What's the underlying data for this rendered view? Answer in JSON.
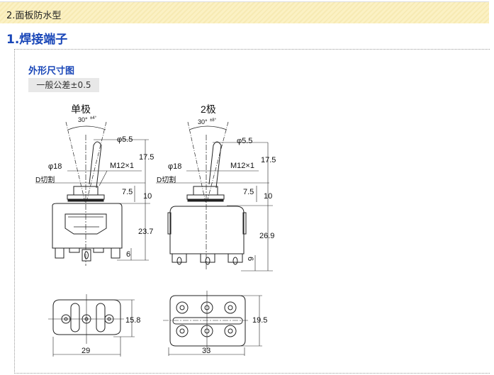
{
  "section_header": "2.面板防水型",
  "title": "1.焊接端子",
  "subtitle": "外形尺寸图",
  "tolerance_label": "一般公差±0.5",
  "drawing": {
    "single_pole": {
      "label": "单极",
      "angle": "30°",
      "angle_tol": "±4°",
      "dia_tip": "φ5.5",
      "dia_body": "φ18",
      "thread": "M12×1",
      "d_cut": "D切割",
      "h_lever": "17.5",
      "h_bush": "7.5",
      "h_total": "10",
      "h_body": "23.7",
      "h_term": "6",
      "w_bottom": "29",
      "h_bottom": "15.8"
    },
    "double_pole": {
      "label": "2极",
      "angle": "30°",
      "angle_tol": "±8°",
      "dia_tip": "φ5.5",
      "dia_body": "φ18",
      "thread": "M12×1",
      "d_cut": "D切割",
      "h_lever": "17.5",
      "h_bush": "7.5",
      "h_total": "10",
      "h_body": "26.9",
      "h_term": "6",
      "w_bottom": "33",
      "h_bottom": "19.5"
    }
  }
}
